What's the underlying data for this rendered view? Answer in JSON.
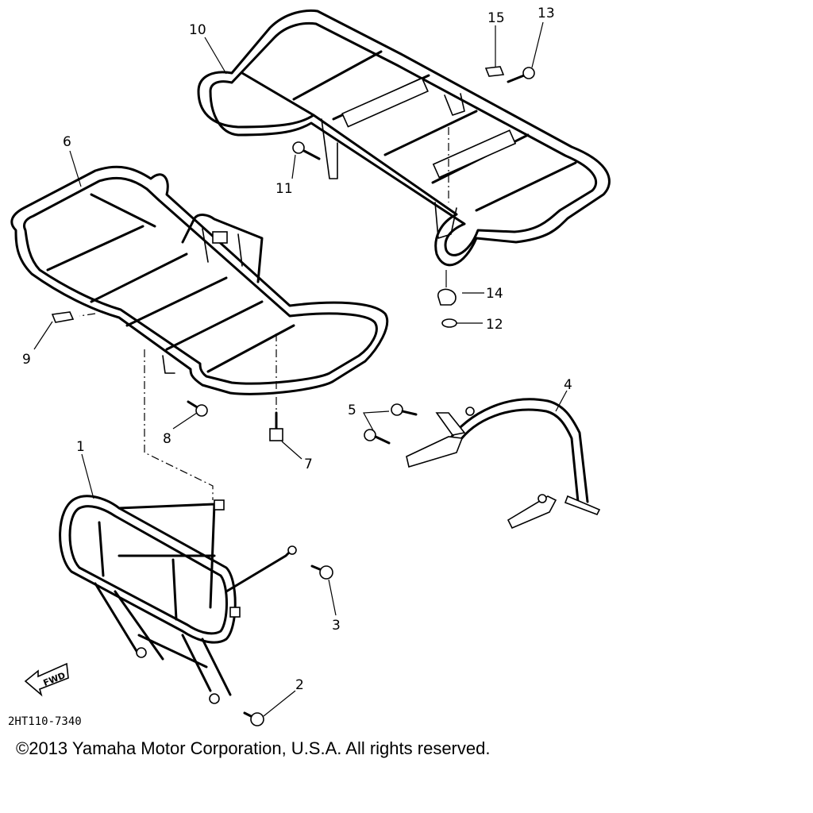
{
  "diagram": {
    "callouts": [
      "1",
      "2",
      "3",
      "4",
      "5",
      "6",
      "7",
      "8",
      "9",
      "10",
      "11",
      "12",
      "13",
      "14",
      "15"
    ],
    "fwd_arrow_label": "FWD",
    "diagram_code": "2HT110-7340"
  },
  "footer": {
    "copyright": "©2013 Yamaha Motor Corporation, U.S.A. All rights reserved."
  }
}
